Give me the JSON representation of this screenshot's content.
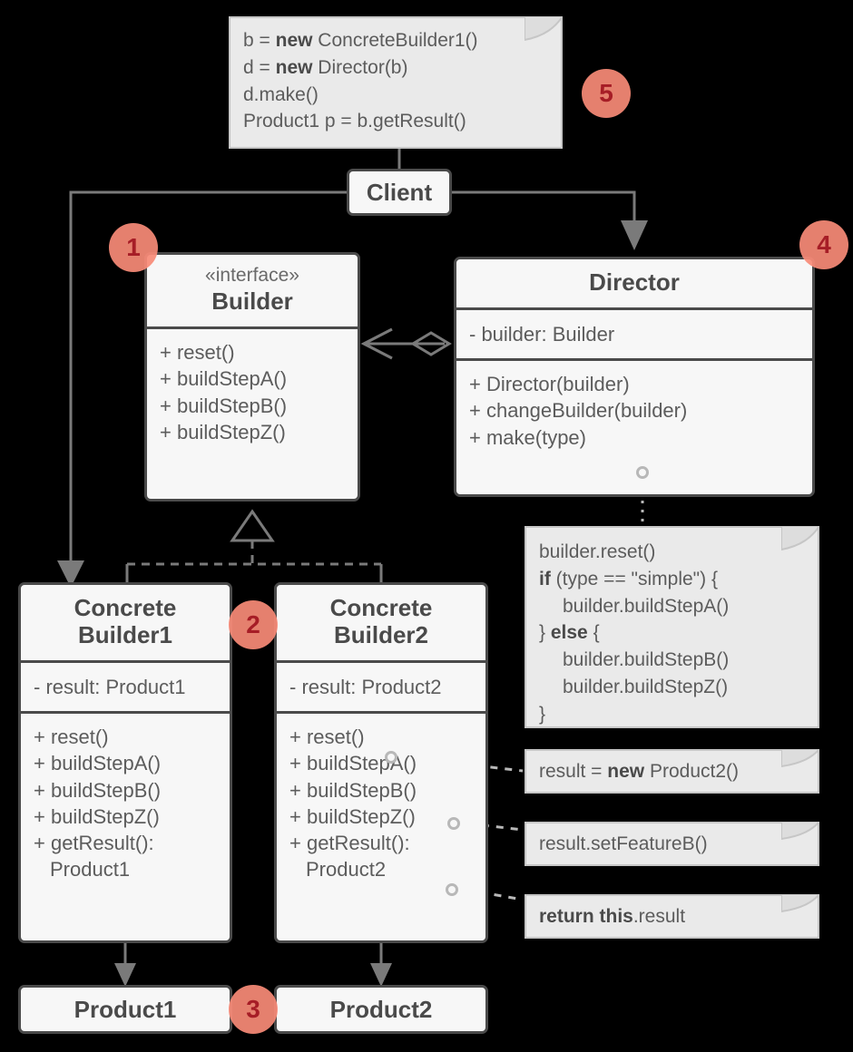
{
  "diagram": {
    "title": "Builder design pattern UML class diagram",
    "colors": {
      "background": "#000000",
      "box_fill": "#f7f7f7",
      "box_stroke": "#4a4a4a",
      "note_fill": "#eaeaea",
      "note_stroke": "#c6c6c6",
      "badge_fill": "#f98b78",
      "badge_text": "#b5202a",
      "line": "#7a7a7a",
      "text": "#5c5c5c"
    }
  },
  "notes": {
    "client_code": {
      "name": "client-usage-note",
      "lines": [
        {
          "pre": "b = ",
          "kw": "new",
          "post": " ConcreteBuilder1()"
        },
        {
          "pre": "d = ",
          "kw": "new",
          "post": " Director(b)"
        },
        {
          "pre": "d.make()",
          "kw": "",
          "post": ""
        },
        {
          "pre": "Product1 p = b.getResult()",
          "kw": "",
          "post": ""
        }
      ]
    },
    "make_body": {
      "name": "director-make-note",
      "lines": [
        {
          "indent": 0,
          "pre": "builder.reset()",
          "kw": "",
          "post": ""
        },
        {
          "indent": 0,
          "pre": "",
          "kw": "if",
          "post": " (type == \"simple\") {"
        },
        {
          "indent": 1,
          "pre": "builder.buildStepA()",
          "kw": "",
          "post": ""
        },
        {
          "indent": 0,
          "pre": "} ",
          "kw": "else",
          "post": " {"
        },
        {
          "indent": 1,
          "pre": "builder.buildStepB()",
          "kw": "",
          "post": ""
        },
        {
          "indent": 1,
          "pre": "builder.buildStepZ()",
          "kw": "",
          "post": ""
        },
        {
          "indent": 0,
          "pre": "}",
          "kw": "",
          "post": ""
        }
      ]
    },
    "reset_body": {
      "name": "reset-note",
      "pre": "result = ",
      "kw": "new",
      "post": " Product2()"
    },
    "buildstepb_body": {
      "name": "buildstepb-note",
      "pre": "result.setFeatureB()",
      "kw": "",
      "post": ""
    },
    "getresult_body": {
      "name": "getresult-note",
      "pre": "",
      "kw": "return this",
      "post": ".result"
    }
  },
  "classes": {
    "client": {
      "name": "Client"
    },
    "builder": {
      "stereotype": "«interface»",
      "name": "Builder",
      "operations": [
        "+ reset()",
        "+ buildStepA()",
        "+ buildStepB()",
        "+ buildStepZ()"
      ]
    },
    "director": {
      "name": "Director",
      "attributes": [
        "- builder: Builder"
      ],
      "operations": [
        "+ Director(builder)",
        "+ changeBuilder(builder)",
        "+ make(type)"
      ]
    },
    "concrete_builder1": {
      "name_line1": "Concrete",
      "name_line2": "Builder1",
      "attributes": [
        "- result: Product1"
      ],
      "operations": [
        "+ reset()",
        "+ buildStepA()",
        "+ buildStepB()",
        "+ buildStepZ()",
        "+ getResult():"
      ],
      "operations_cont": "Product1"
    },
    "concrete_builder2": {
      "name_line1": "Concrete",
      "name_line2": "Builder2",
      "attributes": [
        "- result: Product2"
      ],
      "operations": [
        "+ reset()",
        "+ buildStepA()",
        "+ buildStepB()",
        "+ buildStepZ()",
        "+ getResult():"
      ],
      "operations_cont": "Product2"
    },
    "product1": {
      "name": "Product1"
    },
    "product2": {
      "name": "Product2"
    }
  },
  "badges": [
    {
      "id": 1,
      "label": "1"
    },
    {
      "id": 2,
      "label": "2"
    },
    {
      "id": 3,
      "label": "3"
    },
    {
      "id": 4,
      "label": "4"
    },
    {
      "id": 5,
      "label": "5"
    }
  ],
  "relationships": [
    {
      "from": "Client",
      "to": "ConcreteBuilder1",
      "type": "dependency-arrow"
    },
    {
      "from": "Client",
      "to": "Director",
      "type": "dependency-arrow"
    },
    {
      "from": "Director",
      "to": "Builder",
      "type": "aggregation"
    },
    {
      "from": "ConcreteBuilder1",
      "to": "Builder",
      "type": "realization"
    },
    {
      "from": "ConcreteBuilder2",
      "to": "Builder",
      "type": "realization"
    },
    {
      "from": "ConcreteBuilder1",
      "to": "Product1",
      "type": "dependency-arrow"
    },
    {
      "from": "ConcreteBuilder2",
      "to": "Product2",
      "type": "dependency-arrow"
    }
  ]
}
